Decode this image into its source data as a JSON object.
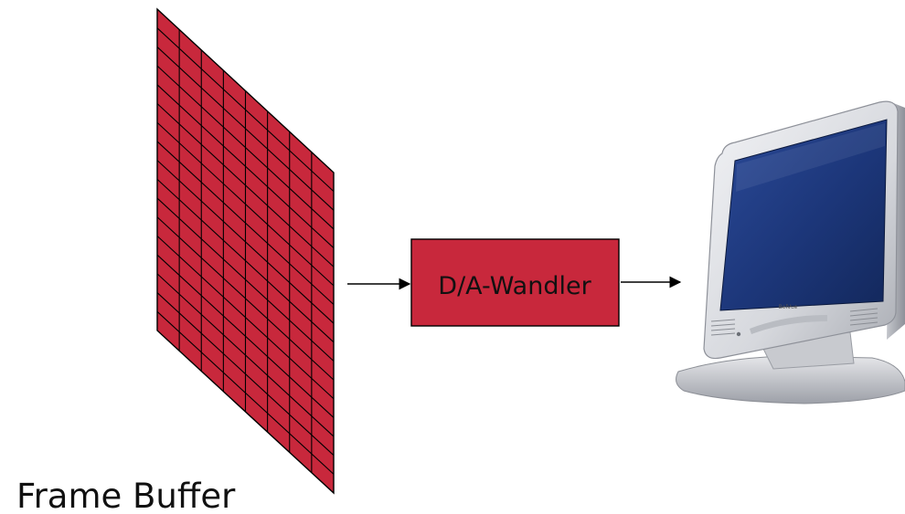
{
  "frame_buffer": {
    "label": "Frame Buffer",
    "fill": "#c8283c",
    "grid_color": "#000000",
    "grid_rows": 17,
    "grid_cols": 8
  },
  "converter": {
    "label": "D/A-Wandler",
    "fill": "#c8283c"
  },
  "monitor": {
    "icon": "crt-monitor-icon",
    "brand": "BelVue",
    "screen_color": "#1f3a7a",
    "bezel_color": "#dcdde1"
  },
  "arrow_color": "#000000"
}
